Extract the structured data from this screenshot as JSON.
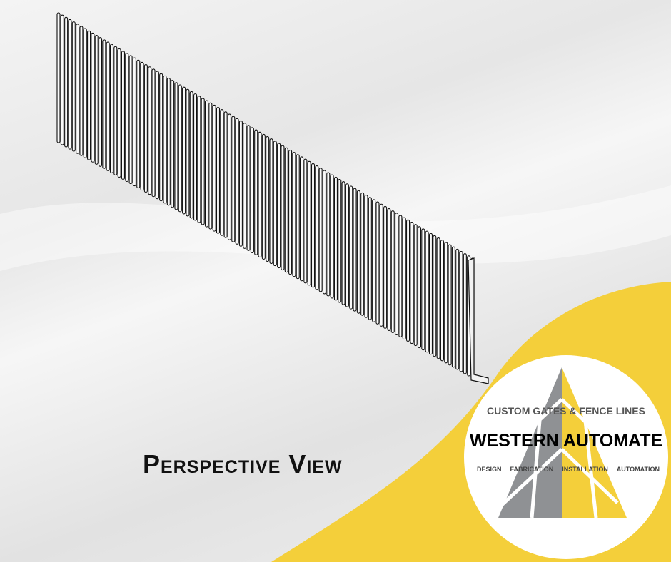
{
  "caption": "Perspective View",
  "logo": {
    "tagline": "CUSTOM GATES & FENCE LINES",
    "brand": "WESTERN AUTOMATE",
    "services": [
      "DESIGN",
      "FABRICATION",
      "INSTALLATION",
      "AUTOMATION"
    ]
  },
  "colors": {
    "accent": "#f4cf3a",
    "grey": "#8f9194",
    "text": "#111111"
  }
}
